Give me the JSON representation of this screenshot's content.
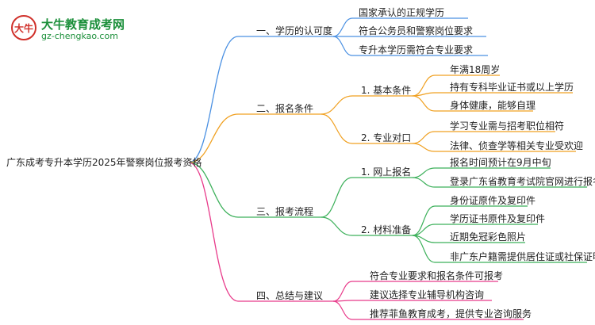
{
  "logo": {
    "title": "大牛教育成考网",
    "url": "gz-chengkao.com",
    "mark": "大牛"
  },
  "colors": {
    "blue": "#4a90e2",
    "orange": "#f0a020",
    "green": "#3cb05a",
    "pink": "#e83a8a"
  },
  "root": "广东成考专升本学历2025年警察岗位报考资格",
  "branches": [
    {
      "label": "一、学历的认可度",
      "items": [
        "国家承认的正规学历",
        "符合公务员和警察岗位要求",
        "专升本学历需符合专业要求"
      ]
    },
    {
      "label": "二、报名条件",
      "subs": [
        {
          "label": "1. 基本条件",
          "items": [
            "年满18周岁",
            "持有专科毕业证书或以上学历",
            "身体健康，能够自理"
          ]
        },
        {
          "label": "2. 专业对口",
          "items": [
            "学习专业需与招考职位相符",
            "法律、侦查学等相关专业受欢迎"
          ]
        }
      ]
    },
    {
      "label": "三、报考流程",
      "subs": [
        {
          "label": "1. 网上报名",
          "items": [
            "报名时间预计在9月中旬",
            "登录广东省教育考试院官网进行报名"
          ]
        },
        {
          "label": "2. 材料准备",
          "items": [
            "身份证原件及复印件",
            "学历证书原件及复印件",
            "近期免冠彩色照片",
            "非广东户籍需提供居住证或社保证明"
          ]
        }
      ]
    },
    {
      "label": "四、总结与建议",
      "items": [
        "符合专业要求和报名条件可报考",
        "建议选择专业辅导机构咨询",
        "推荐菲鱼教育成考，提供专业咨询服务"
      ]
    }
  ]
}
